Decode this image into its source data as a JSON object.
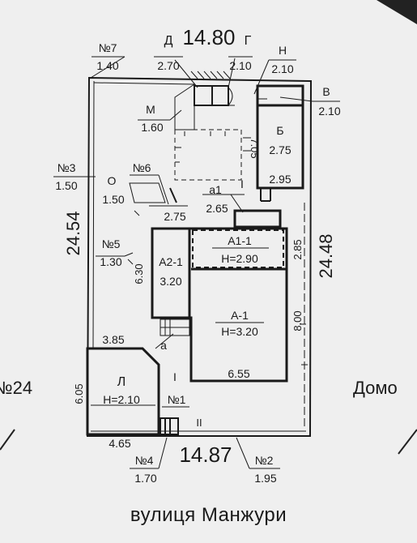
{
  "top_width": "14.80",
  "bottom_width": "14.87",
  "left_height": "24.54",
  "right_height": "24.48",
  "points": {
    "d": "Д",
    "g": "Г",
    "i_top": "І",
    "i_bottom": "І",
    "ii": "ІІ",
    "a_small": "а"
  },
  "side_labels": {
    "left": "№24",
    "right": "Домо"
  },
  "fences": {
    "n7": {
      "label": "№7",
      "value": "1.40"
    },
    "n3": {
      "label": "№3",
      "value": "1.50"
    },
    "n5": {
      "label": "№5",
      "value": "1.30"
    },
    "n6": {
      "label": "№6",
      "value": "1.50"
    },
    "n1": {
      "label": "№1",
      "value": ""
    },
    "n4": {
      "label": "№4",
      "value": "1.70"
    },
    "n2": {
      "label": "№2",
      "value": "1.95"
    }
  },
  "buildings": {
    "d": {
      "value": "2.70"
    },
    "g": {
      "value": "2.10"
    },
    "n": {
      "label": "Н",
      "value": "2.10"
    },
    "v": {
      "label": "В",
      "value": "2.10"
    },
    "m": {
      "label": "М",
      "value": "1.60"
    },
    "b": {
      "label": "Б",
      "value": "2.75"
    },
    "o": {
      "label": "О"
    },
    "a1": {
      "label": "а1",
      "value": "2.65"
    },
    "A1_1": {
      "label": "А1-1",
      "height": "Н=2.90"
    },
    "A2_1": {
      "label": "А2-1",
      "height": "3.20"
    },
    "A_1": {
      "label": "А-1",
      "height": "Н=3.20"
    },
    "L": {
      "label": "Л",
      "height": "Н=2.10"
    }
  },
  "dimensions": {
    "d705": "7.05",
    "d295": "2.95",
    "d275": "2.75",
    "d630": "6.30",
    "d285": "2.85",
    "d800": "8.00",
    "d385": "3.85",
    "d655": "6.55",
    "d605": "6.05",
    "d465": "4.65"
  },
  "street_name": "вулиця Манжури"
}
